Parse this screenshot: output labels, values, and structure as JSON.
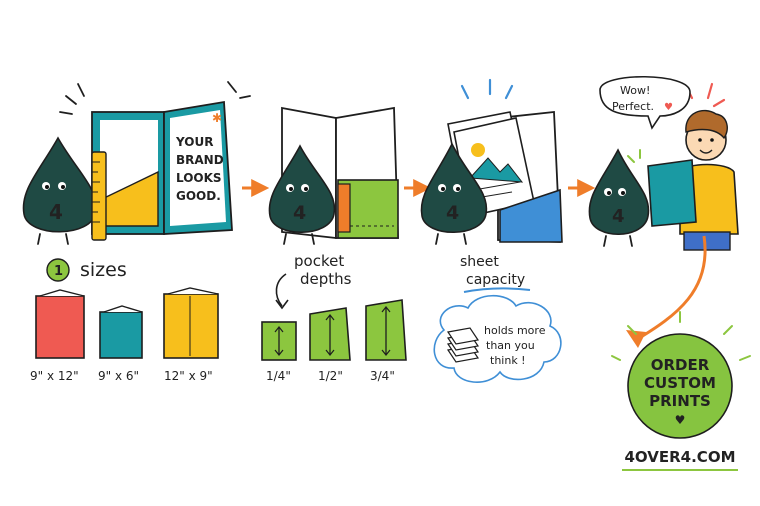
{
  "colors": {
    "mascot": "#1f4a44",
    "teal": "#1a9aa3",
    "red": "#ef5a52",
    "yellow": "#f7bf1c",
    "green": "#8cc63f",
    "blue": "#3f8fd6",
    "orange": "#ef7d2a",
    "cta": "#86c440",
    "ink": "#1e1e1e"
  },
  "mascot": {
    "badge": "4"
  },
  "panel1": {
    "folder_text": [
      "YOUR",
      "BRAND",
      "LOOKS",
      "GOOD."
    ]
  },
  "speech": {
    "line1": "Wow!",
    "line2": "Perfect."
  },
  "sizes": {
    "step_number": "1",
    "title": "sizes",
    "items": [
      {
        "label": "9\" x 12\"",
        "color": "#ef5a52"
      },
      {
        "label": "9\" x 6\"",
        "color": "#1a9aa3"
      },
      {
        "label": "12\" x 9\"",
        "color": "#f7bf1c"
      }
    ]
  },
  "pocket": {
    "title_line1": "pocket",
    "title_line2": "depths",
    "items": [
      {
        "label": "1/4\""
      },
      {
        "label": "1/2\""
      },
      {
        "label": "3/4\""
      }
    ]
  },
  "capacity": {
    "title_line1": "sheet",
    "title_line2": "capacity",
    "cloud_line1": "holds more",
    "cloud_line2": "than you",
    "cloud_line3": "think !"
  },
  "cta": {
    "line1": "ORDER",
    "line2": "CUSTOM",
    "line3": "PRINTS",
    "heart": "♥",
    "website": "4OVER4.COM"
  }
}
